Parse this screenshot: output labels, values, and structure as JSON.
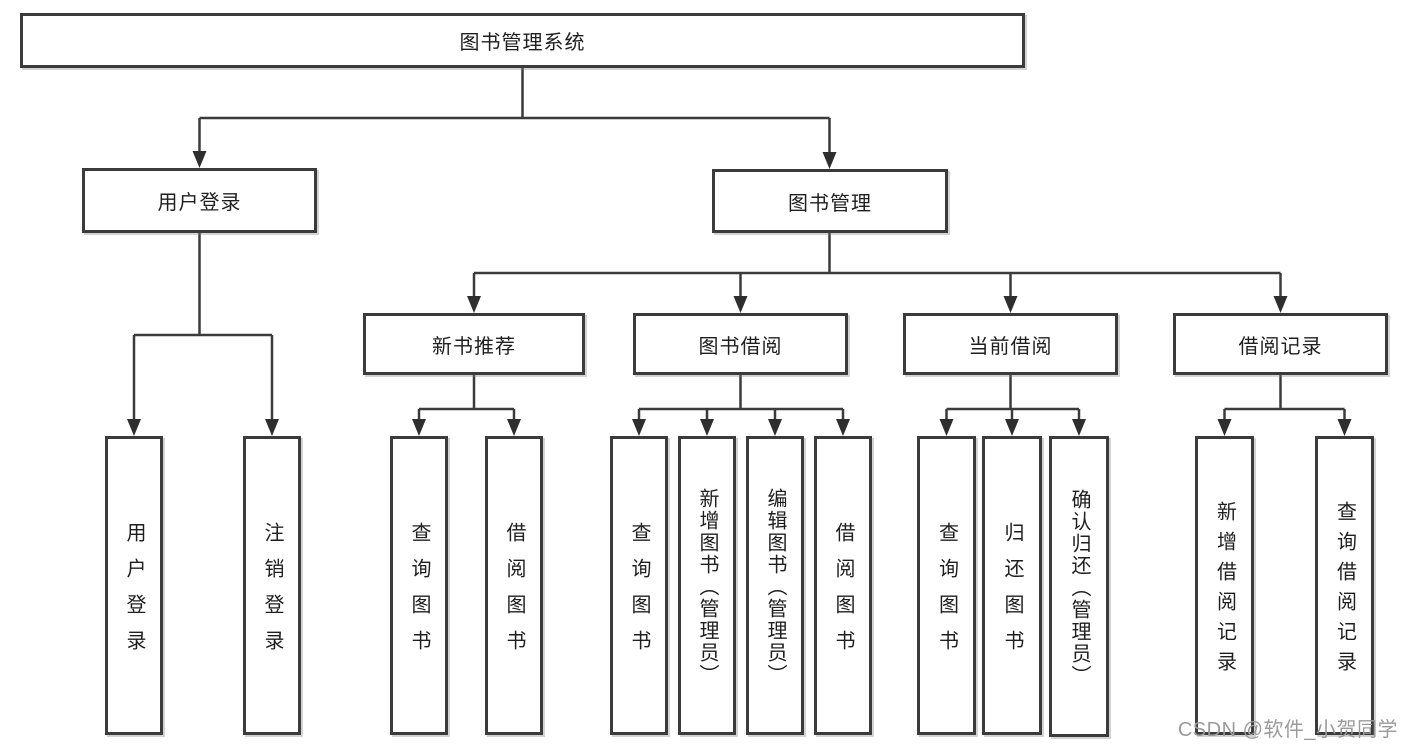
{
  "diagram": {
    "root": {
      "label": "图书管理系统"
    },
    "branches": [
      {
        "label": "用户登录",
        "children": [
          {
            "label": "用户登录"
          },
          {
            "label": "注销登录"
          }
        ]
      },
      {
        "label": "图书管理",
        "children": [
          {
            "label": "新书推荐",
            "children": [
              {
                "label": "查询图书"
              },
              {
                "label": "借阅图书"
              }
            ]
          },
          {
            "label": "图书借阅",
            "children": [
              {
                "label": "查询图书"
              },
              {
                "label": "新增图书（管理员）"
              },
              {
                "label": "编辑图书（管理员）"
              },
              {
                "label": "借阅图书"
              }
            ]
          },
          {
            "label": "当前借阅",
            "children": [
              {
                "label": "查询图书"
              },
              {
                "label": "归还图书"
              },
              {
                "label": "确认归还（管理员）"
              }
            ]
          },
          {
            "label": "借阅记录",
            "children": [
              {
                "label": "新增借阅记录"
              },
              {
                "label": "查询借阅记录"
              }
            ]
          }
        ]
      }
    ]
  },
  "watermark": {
    "text": "CSDN @软件_小贺同学"
  },
  "colors": {
    "line": "#3b3b3b",
    "box_border": "#3b3b3b",
    "text": "#1f1f1f",
    "watermark": "#9b9b9b",
    "background": "#ffffff"
  }
}
